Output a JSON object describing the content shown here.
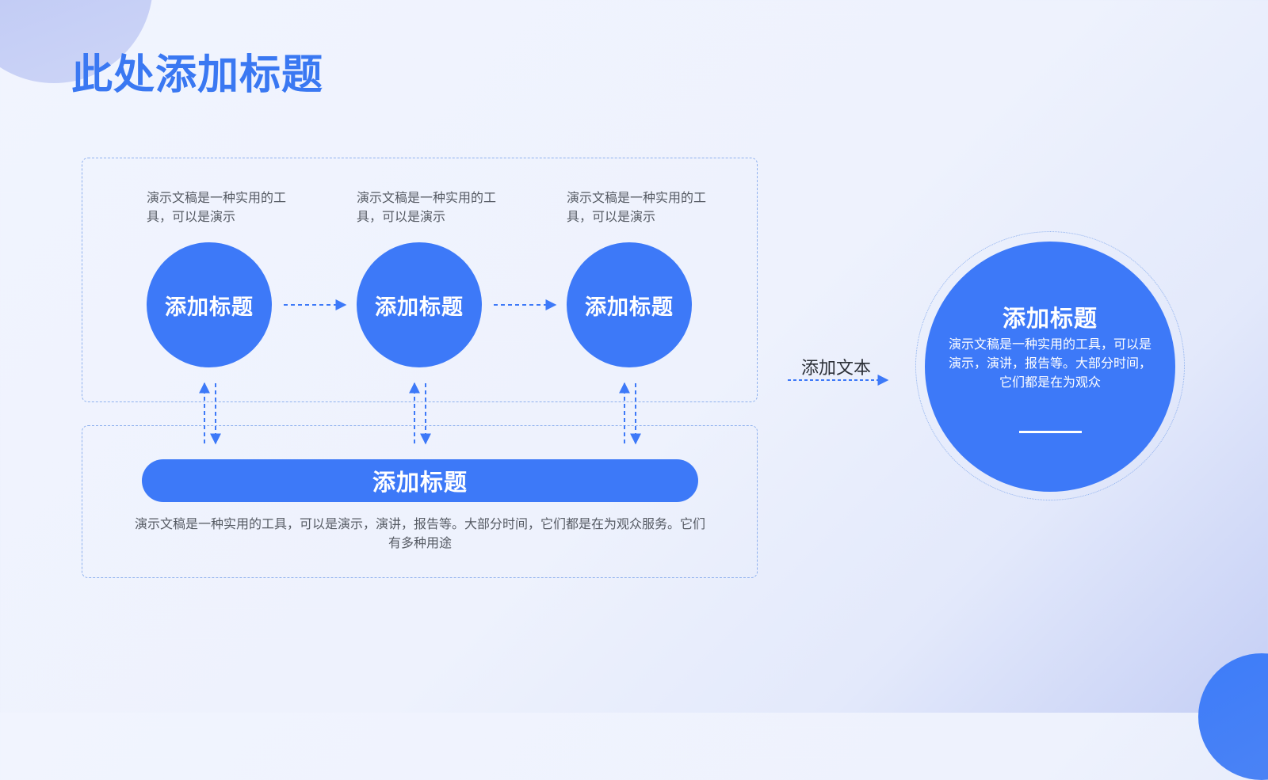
{
  "title": "此处添加标题",
  "steps": [
    {
      "label": "添加标题",
      "desc": "演示文稿是一种实用的工具，可以是演示"
    },
    {
      "label": "添加标题",
      "desc": "演示文稿是一种实用的工具，可以是演示"
    },
    {
      "label": "添加标题",
      "desc": "演示文稿是一种实用的工具，可以是演示"
    }
  ],
  "bar": {
    "label": "添加标题",
    "desc": "演示文稿是一种实用的工具，可以是演示，演讲，报告等。大部分时间，它们都是在为观众服务。它们有多种用途"
  },
  "side_label": "添加文本",
  "summary": {
    "title": "添加标题",
    "desc": "演示文稿是一种实用的工具，可以是演示，演讲，报告等。大部分时间，它们都是在为观众"
  },
  "colors": {
    "primary": "#3d79f8",
    "title": "#3a78f2",
    "dash": "#8fb1ee"
  }
}
